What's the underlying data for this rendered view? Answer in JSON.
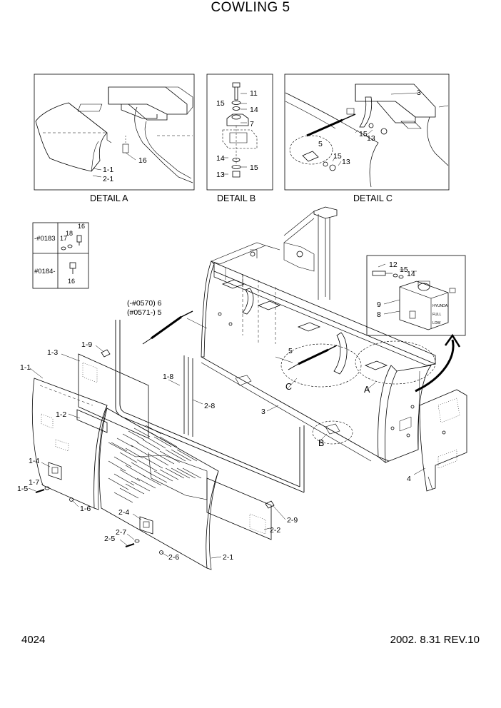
{
  "title": "COWLING 5",
  "page_number": "4024",
  "revision": "2002. 8.31 REV.10",
  "details": {
    "a": {
      "caption": "DETAIL  A",
      "labels": {
        "p16": "16",
        "p1_1": "1-1",
        "p2_1": "2-1"
      }
    },
    "b": {
      "caption": "DETAIL  B",
      "labels": {
        "p11": "11",
        "p15a": "15",
        "p14a": "14",
        "p7": "7",
        "p14b": "14",
        "p15b": "15",
        "p13": "13"
      }
    },
    "c": {
      "caption": "DETAIL  C",
      "labels": {
        "p3": "3",
        "p15a": "15",
        "p13a": "13",
        "p5": "5",
        "p15b": "15",
        "p13b": "13"
      }
    }
  },
  "serial_table": {
    "row1_serial": "-#0183",
    "row1_parts": {
      "p17": "17",
      "p18": "18",
      "p16": "16"
    },
    "row2_serial": "#0184-",
    "row2_parts": {
      "p16": "16"
    }
  },
  "tank_detail": {
    "labels": {
      "p12": "12",
      "p15": "15",
      "p14": "14",
      "p9": "9",
      "p8": "8"
    },
    "tank_text": {
      "brand": "HYUNDAI",
      "full": "FULL",
      "low": "LOW"
    }
  },
  "main_labels": {
    "gas_spring_a": "(-#0570) 6",
    "gas_spring_b": "(#0571-) 5",
    "p1_9": "1-9",
    "p1_3": "1-3",
    "p1_1": "1-1",
    "p1_8": "1-8",
    "p2_8": "2-8",
    "p1_2": "1-2",
    "p1_4": "1-4",
    "p1_7": "1-7",
    "p1_5": "1-5",
    "p1_6": "1-6",
    "p2_4": "2-4",
    "p2_7": "2-7",
    "p2_5": "2-5",
    "p2_6": "2-6",
    "p2_1": "2-1",
    "p2_2": "2-2",
    "p2_9": "2-9",
    "p3": "3",
    "p4": "4",
    "p5": "5",
    "ref_a": "A",
    "ref_b": "B",
    "ref_c": "C"
  }
}
